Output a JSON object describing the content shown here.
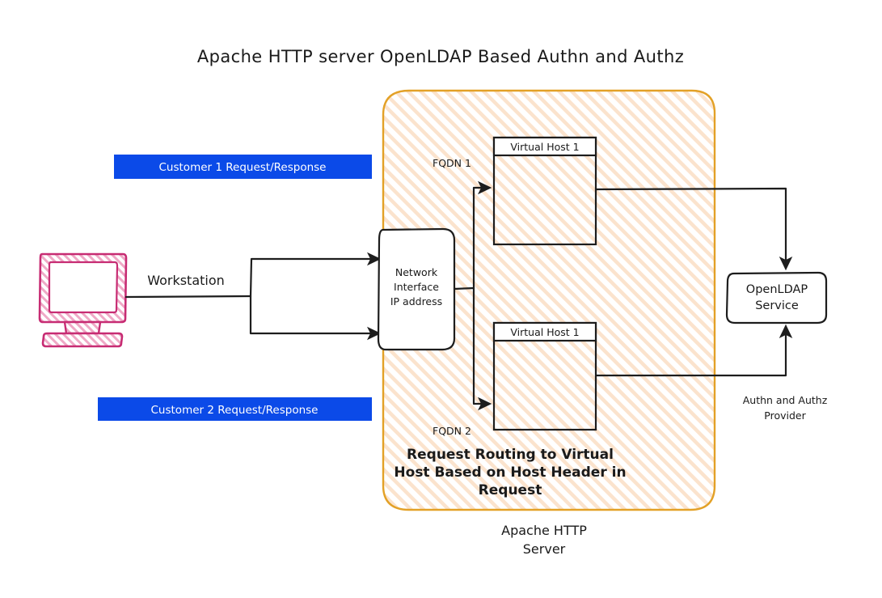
{
  "diagram": {
    "title": "Apache HTTP server OpenLDAP Based Authn and Authz",
    "colors": {
      "container_border": "#E3A127",
      "container_hatch": "#FAE0C8",
      "blue_badge": "#0B4AE8",
      "workstation": "#C72C73",
      "line": "#1d1d1d",
      "background": "#ffffff"
    },
    "badges": [
      {
        "id": "customer-1",
        "label": "Customer 1 Request/Response"
      },
      {
        "id": "customer-2",
        "label": "Customer 2 Request/Response"
      }
    ],
    "workstation": {
      "icon": "monitor-icon",
      "label": "Workstation"
    },
    "network_interface": {
      "lines": [
        "Network",
        "Interface",
        "IP address"
      ]
    },
    "container": {
      "caption_lines": [
        "Request Routing to Virtual",
        "Host Based on Host Header in",
        "Request"
      ],
      "title_lines": [
        "Apache HTTP",
        "Server"
      ]
    },
    "virtual_hosts": [
      {
        "id": "vhost-1",
        "header": "Virtual Host 1",
        "fqdn": "FQDN 1"
      },
      {
        "id": "vhost-2",
        "header": "Virtual Host 1",
        "fqdn": "FQDN 2"
      }
    ],
    "ldap": {
      "lines": [
        "OpenLDAP",
        "Service"
      ],
      "caption_lines": [
        "Authn and Authz",
        "Provider"
      ]
    }
  }
}
